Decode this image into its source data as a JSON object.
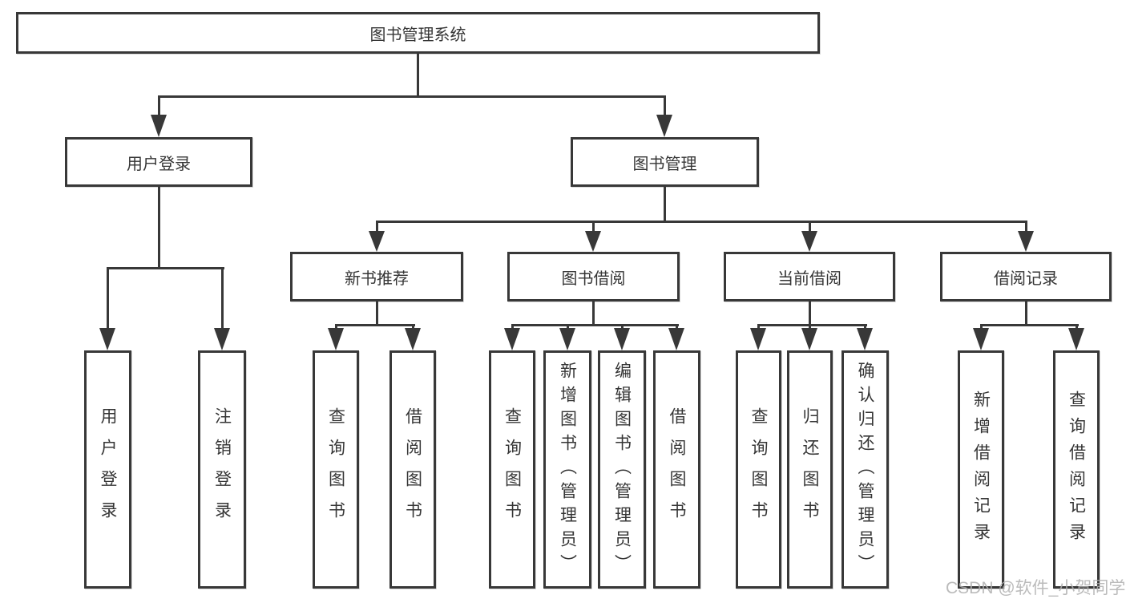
{
  "diagram_type": "hierarchy-tree",
  "colors": {
    "line": "#383838",
    "border": "#383838",
    "text": "#353535",
    "background": "#ffffff",
    "watermark": "#b0b0b0"
  },
  "tree": {
    "label": "图书管理系统",
    "children": [
      {
        "label": "用户登录",
        "children": [
          {
            "label": "用户登录"
          },
          {
            "label": "注销登录"
          }
        ]
      },
      {
        "label": "图书管理",
        "children": [
          {
            "label": "新书推荐",
            "children": [
              {
                "label": "查询图书"
              },
              {
                "label": "借阅图书"
              }
            ]
          },
          {
            "label": "图书借阅",
            "children": [
              {
                "label": "查询图书"
              },
              {
                "label": "新增图书（管理员）"
              },
              {
                "label": "编辑图书（管理员）"
              },
              {
                "label": "借阅图书"
              }
            ]
          },
          {
            "label": "当前借阅",
            "children": [
              {
                "label": "查询图书"
              },
              {
                "label": "归还图书"
              },
              {
                "label": "确认归还（管理员）"
              }
            ]
          },
          {
            "label": "借阅记录",
            "children": [
              {
                "label": "新增借阅记录"
              },
              {
                "label": "查询借阅记录"
              }
            ]
          }
        ]
      }
    ]
  },
  "watermark": "CSDN @软件_小贺同学"
}
